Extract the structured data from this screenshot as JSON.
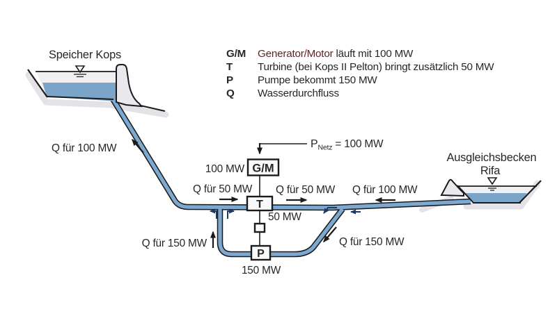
{
  "colors": {
    "pipe_blue": "#7da8d0",
    "water_blue": "#7ba5c8",
    "basin_light": "#efeef1",
    "basin_solid": "#e9e8ec",
    "shadow_gray": "#e3e2e6",
    "box_fill": "#f8f9fb",
    "ink": "#262626",
    "outline": "#1b1b1b",
    "navy_arrow": "#1c3a64",
    "legend_emphasis": "#5f2421"
  },
  "reservoirs": {
    "left_label": "Speicher Kops",
    "right_label_line1": "Ausgleichsbecken",
    "right_label_line2": "Rifa"
  },
  "legend": {
    "items": [
      {
        "key": "G/M",
        "em": "Generator/Motor",
        "rest": " läuft mit 100 MW"
      },
      {
        "key": "T",
        "em": "",
        "rest": "Turbine (bei Kops II Pelton) bringt zusätzlich 50 MW"
      },
      {
        "key": "P",
        "em": "",
        "rest": "Pumpe bekommt 150 MW"
      },
      {
        "key": "Q",
        "em": "",
        "rest": "Wasserdurchfluss"
      }
    ]
  },
  "machines": {
    "generator_motor_label": "G/M",
    "generator_power": "100 MW",
    "turbine_label": "T",
    "turbine_power": "50 MW",
    "pump_label": "P",
    "pump_power": "150 MW",
    "grid_symbol": "P",
    "grid_subscript": "Netz",
    "grid_value": " = 100 MW"
  },
  "flow_labels": {
    "to_kops": "Q für 100 MW",
    "turbine_in": "Q für 50 MW",
    "turbine_out": "Q für 50 MW",
    "from_rifa": "Q für 100 MW",
    "pump_up": "Q für 150 MW",
    "to_pump": "Q für 150 MW"
  }
}
